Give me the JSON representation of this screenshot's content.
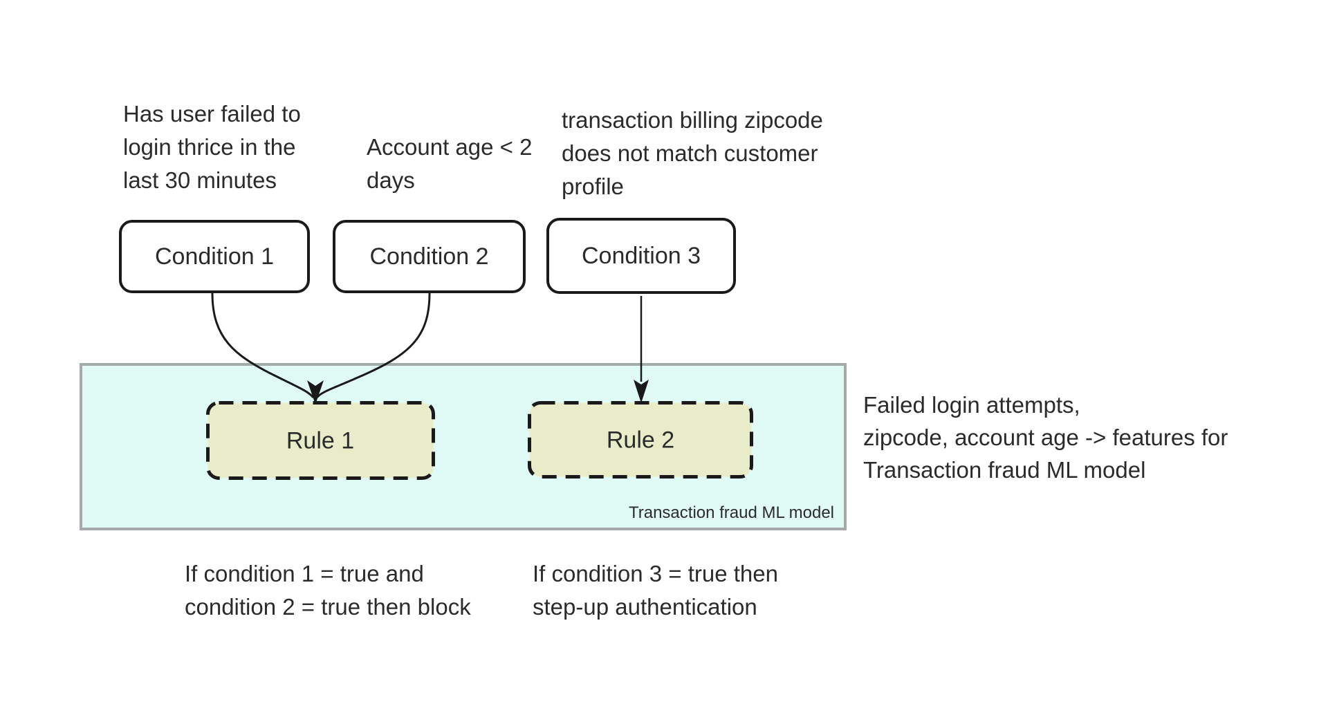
{
  "diagram": {
    "colors": {
      "background": "#ffffff",
      "text": "#2b2b2b",
      "node_border": "#1a1a1a",
      "rule_fill": "#e9ecc8",
      "container_fill": "#e0faf5",
      "container_border": "#a3aaa9",
      "connector": "#1a1a1a"
    },
    "condition_notes": {
      "c1": "Has user failed to\nlogin thrice in the\nlast 30 minutes",
      "c2": "Account age < 2\ndays",
      "c3": "transaction billing zipcode\ndoes not match customer\nprofile"
    },
    "conditions": {
      "c1": "Condition 1",
      "c2": "Condition 2",
      "c3": "Condition 3"
    },
    "rules": {
      "r1": "Rule 1",
      "r2": "Rule 2"
    },
    "container_label": "Transaction fraud ML model",
    "features_note": "Failed login attempts,\nzipcode, account age -> features for\nTransaction fraud ML model",
    "rule_logic_notes": {
      "r1": "If condition 1 = true and\ncondition 2 = true then block",
      "r2": "If condition 3 = true then\nstep-up authentication"
    }
  }
}
